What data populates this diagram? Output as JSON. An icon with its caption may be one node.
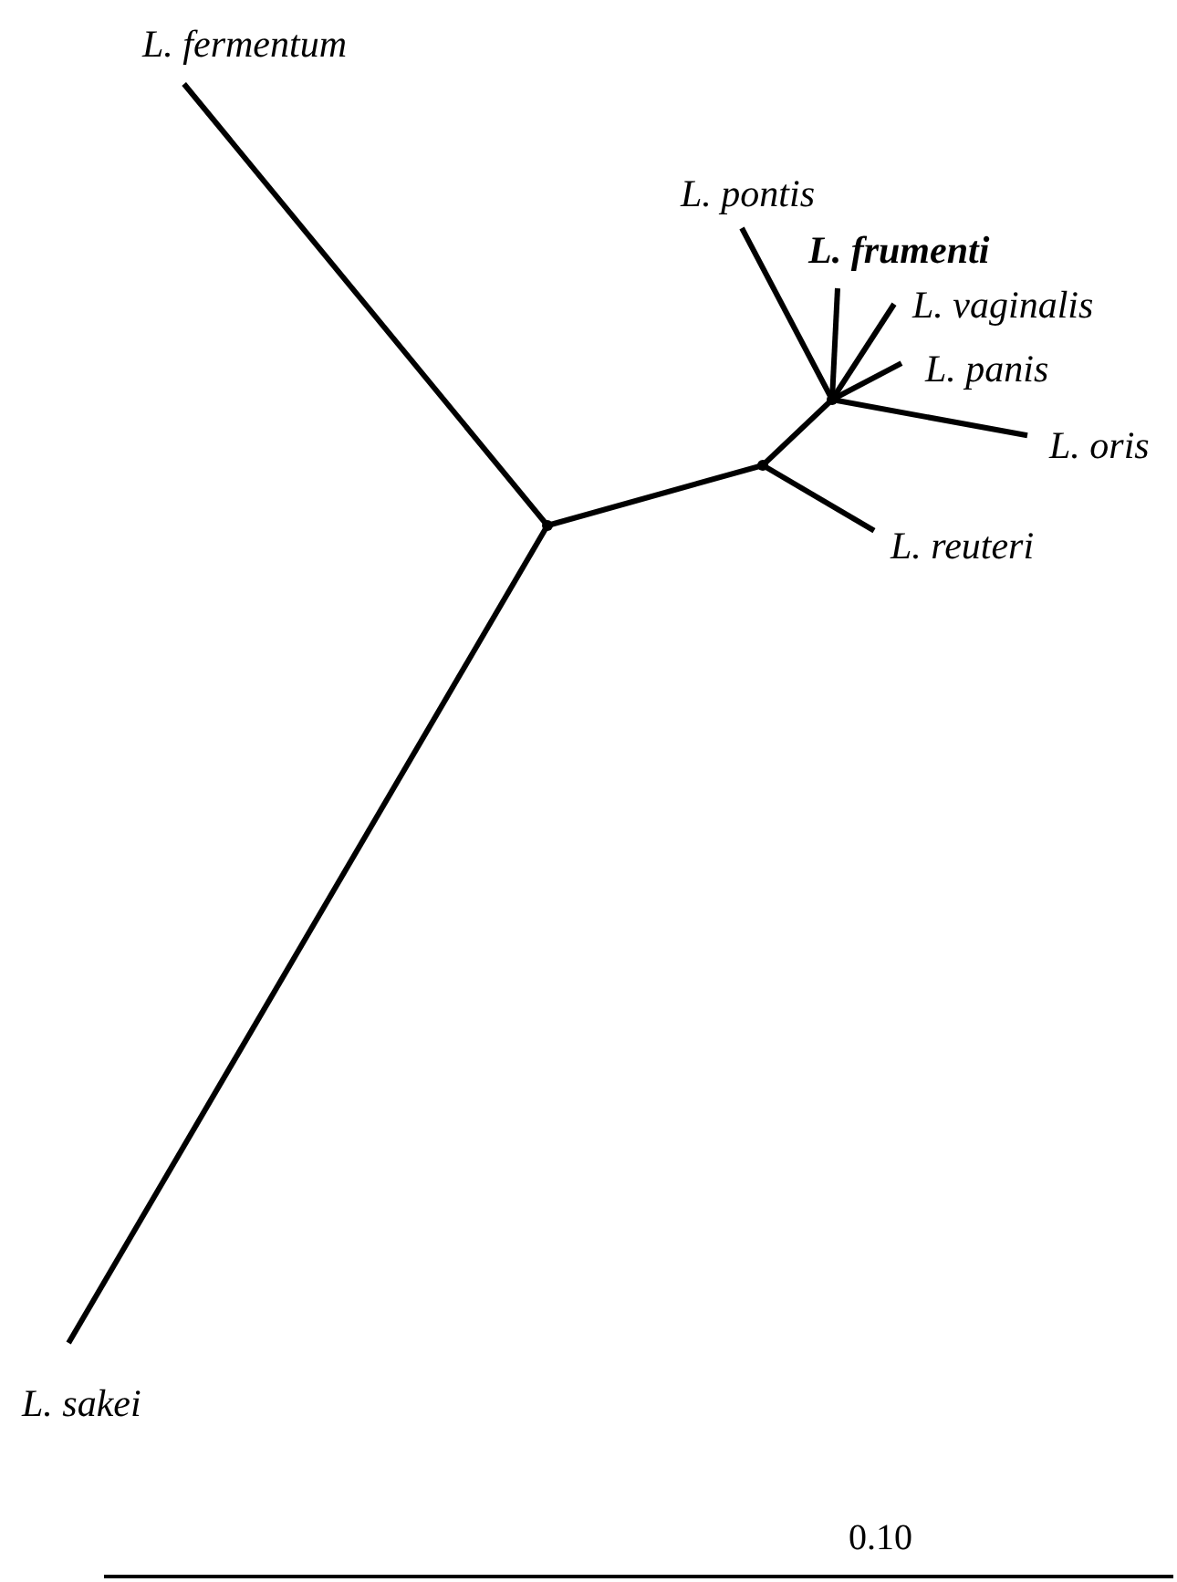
{
  "diagram": {
    "nodes": [
      {
        "text": [
          "L. fermentum"
        ]
      },
      {
        "text": [
          "L. pontis"
        ]
      },
      {
        "text": [
          "L. frumenti"
        ]
      },
      {
        "text": [
          "L. vaginalis"
        ]
      },
      {
        "text": [
          "L. panis"
        ]
      },
      {
        "text": [
          "L. oris"
        ]
      },
      {
        "text": [
          "L. reuteri"
        ]
      },
      {
        "text": [
          "L. sakei"
        ]
      },
      {
        "text": [],
        "shape": "point"
      },
      {
        "text": [],
        "shape": "point"
      },
      {
        "text": [],
        "shape": "point"
      }
    ],
    "edges": [
      {
        "from": 8,
        "to": 0,
        "arrow": "none"
      },
      {
        "from": 8,
        "to": 7,
        "arrow": "none"
      },
      {
        "from": 8,
        "to": 9,
        "arrow": "none"
      },
      {
        "from": 9,
        "to": 10,
        "arrow": "none"
      },
      {
        "from": 9,
        "to": 6,
        "arrow": "none"
      },
      {
        "from": 10,
        "to": 1,
        "arrow": "none"
      },
      {
        "from": 10,
        "to": 2,
        "arrow": "none"
      },
      {
        "from": 10,
        "to": 3,
        "arrow": "none"
      },
      {
        "from": 10,
        "to": 4,
        "arrow": "none"
      },
      {
        "from": 10,
        "to": 5,
        "arrow": "none"
      }
    ],
    "labels": [
      "0.10"
    ]
  }
}
